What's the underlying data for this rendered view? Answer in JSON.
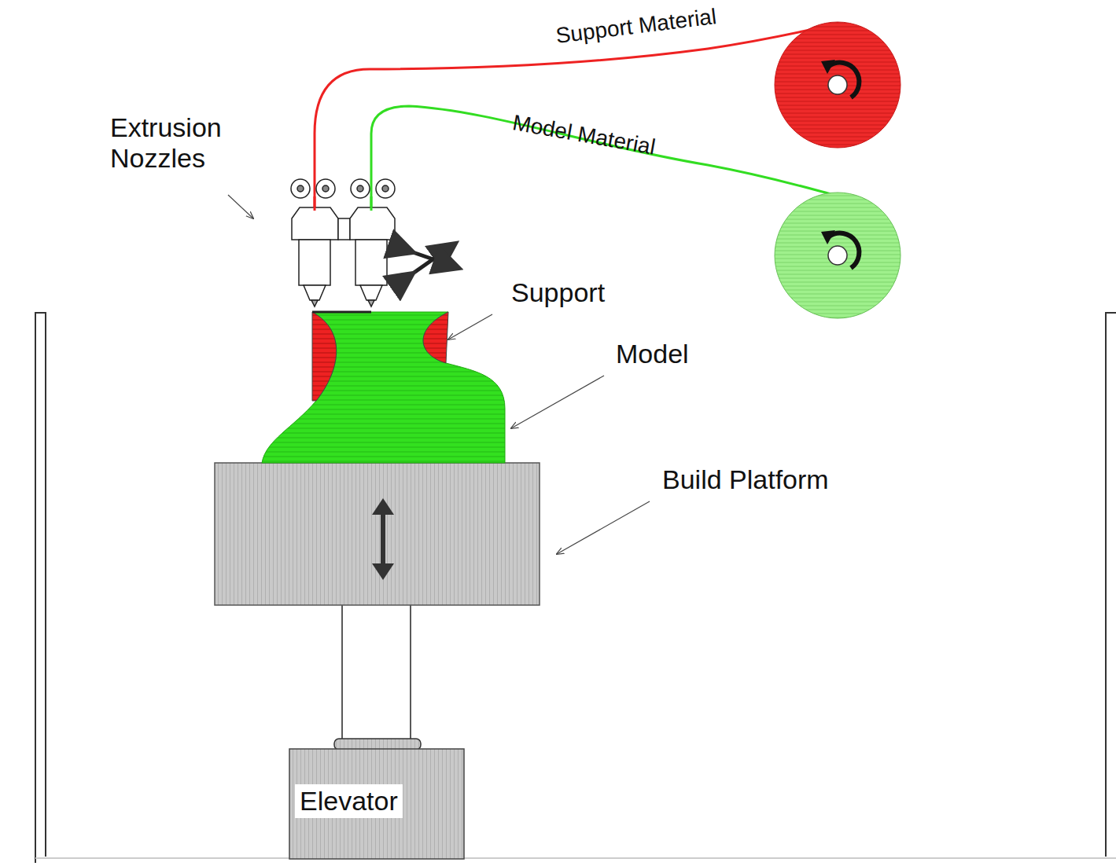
{
  "diagram": {
    "nodes": [
      {
        "text": [
          "Elevator"
        ]
      }
    ],
    "labels": [
      "Support Material",
      "Model Material",
      "Extrusion Nozzles",
      "Support",
      "Model",
      "Build Platform"
    ]
  }
}
